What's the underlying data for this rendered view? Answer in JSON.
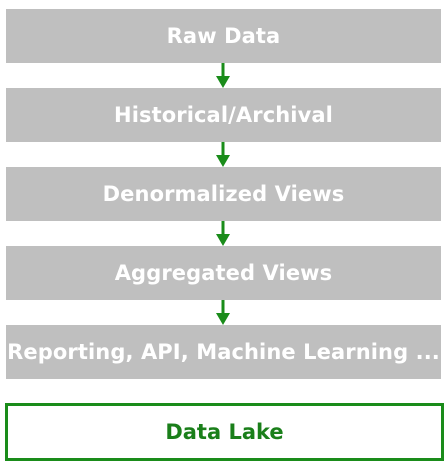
{
  "pipeline": {
    "stages": [
      "Raw Data",
      "Historical/Archival",
      "Denormalized Views",
      "Aggregated Views",
      "Reporting, API, Machine Learning ..."
    ]
  },
  "container": {
    "label": "Data Lake"
  },
  "colors": {
    "stage_fill": "#bfbfbf",
    "stage_text": "#ffffff",
    "arrow": "#1a8c1a",
    "lake_border": "#1a8c1a",
    "lake_text": "#1a7f1a"
  }
}
